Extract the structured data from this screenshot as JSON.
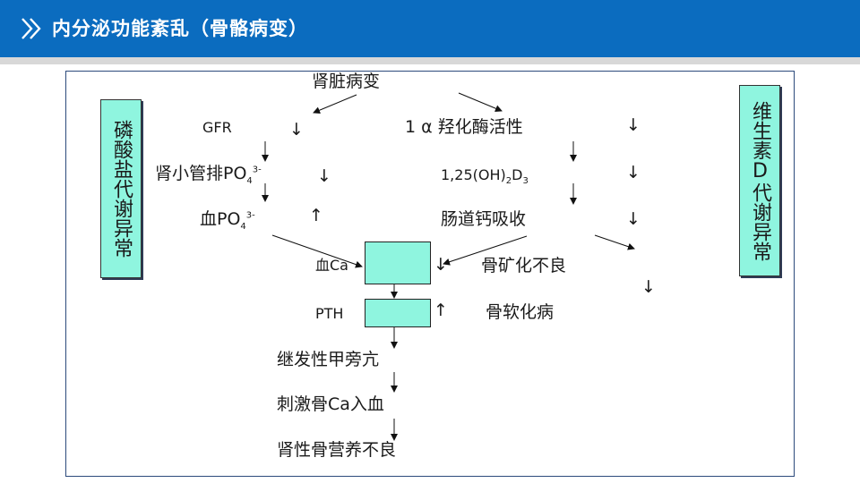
{
  "header": {
    "title": "内分泌功能紊乱（骨骼病变）",
    "accent_color": "#0b6cbf",
    "icon": "double-chevron-right-icon"
  },
  "side_boxes": {
    "left": "磷酸盐代谢异常",
    "right": "维生素D代谢异常"
  },
  "nodes": {
    "kidney_disease": "肾脏病变",
    "gfr": "GFR",
    "tubule_excretion": "肾小管排PO",
    "po4_sub": "4",
    "po4_sup": "3-",
    "blood_po4": "血PO",
    "hydroxylase": "1 α 羟化酶活性",
    "vitd_prefix": "1,25(OH)",
    "vitd_sub1": "2",
    "vitd_d": "D",
    "vitd_sub2": "3",
    "intestinal_absorption": "肠道钙吸收",
    "blood_ca": "血Ca",
    "pth": "PTH",
    "bone_mineralization": "骨矿化不良",
    "osteomalacia": "骨软化病",
    "secondary_hpt": "继发性甲旁亢",
    "stimulate_bone_ca": "刺激骨Ca入血",
    "renal_osteodystrophy": "肾性骨营养不良"
  },
  "indicators": {
    "down": "↓",
    "up": "↑"
  }
}
